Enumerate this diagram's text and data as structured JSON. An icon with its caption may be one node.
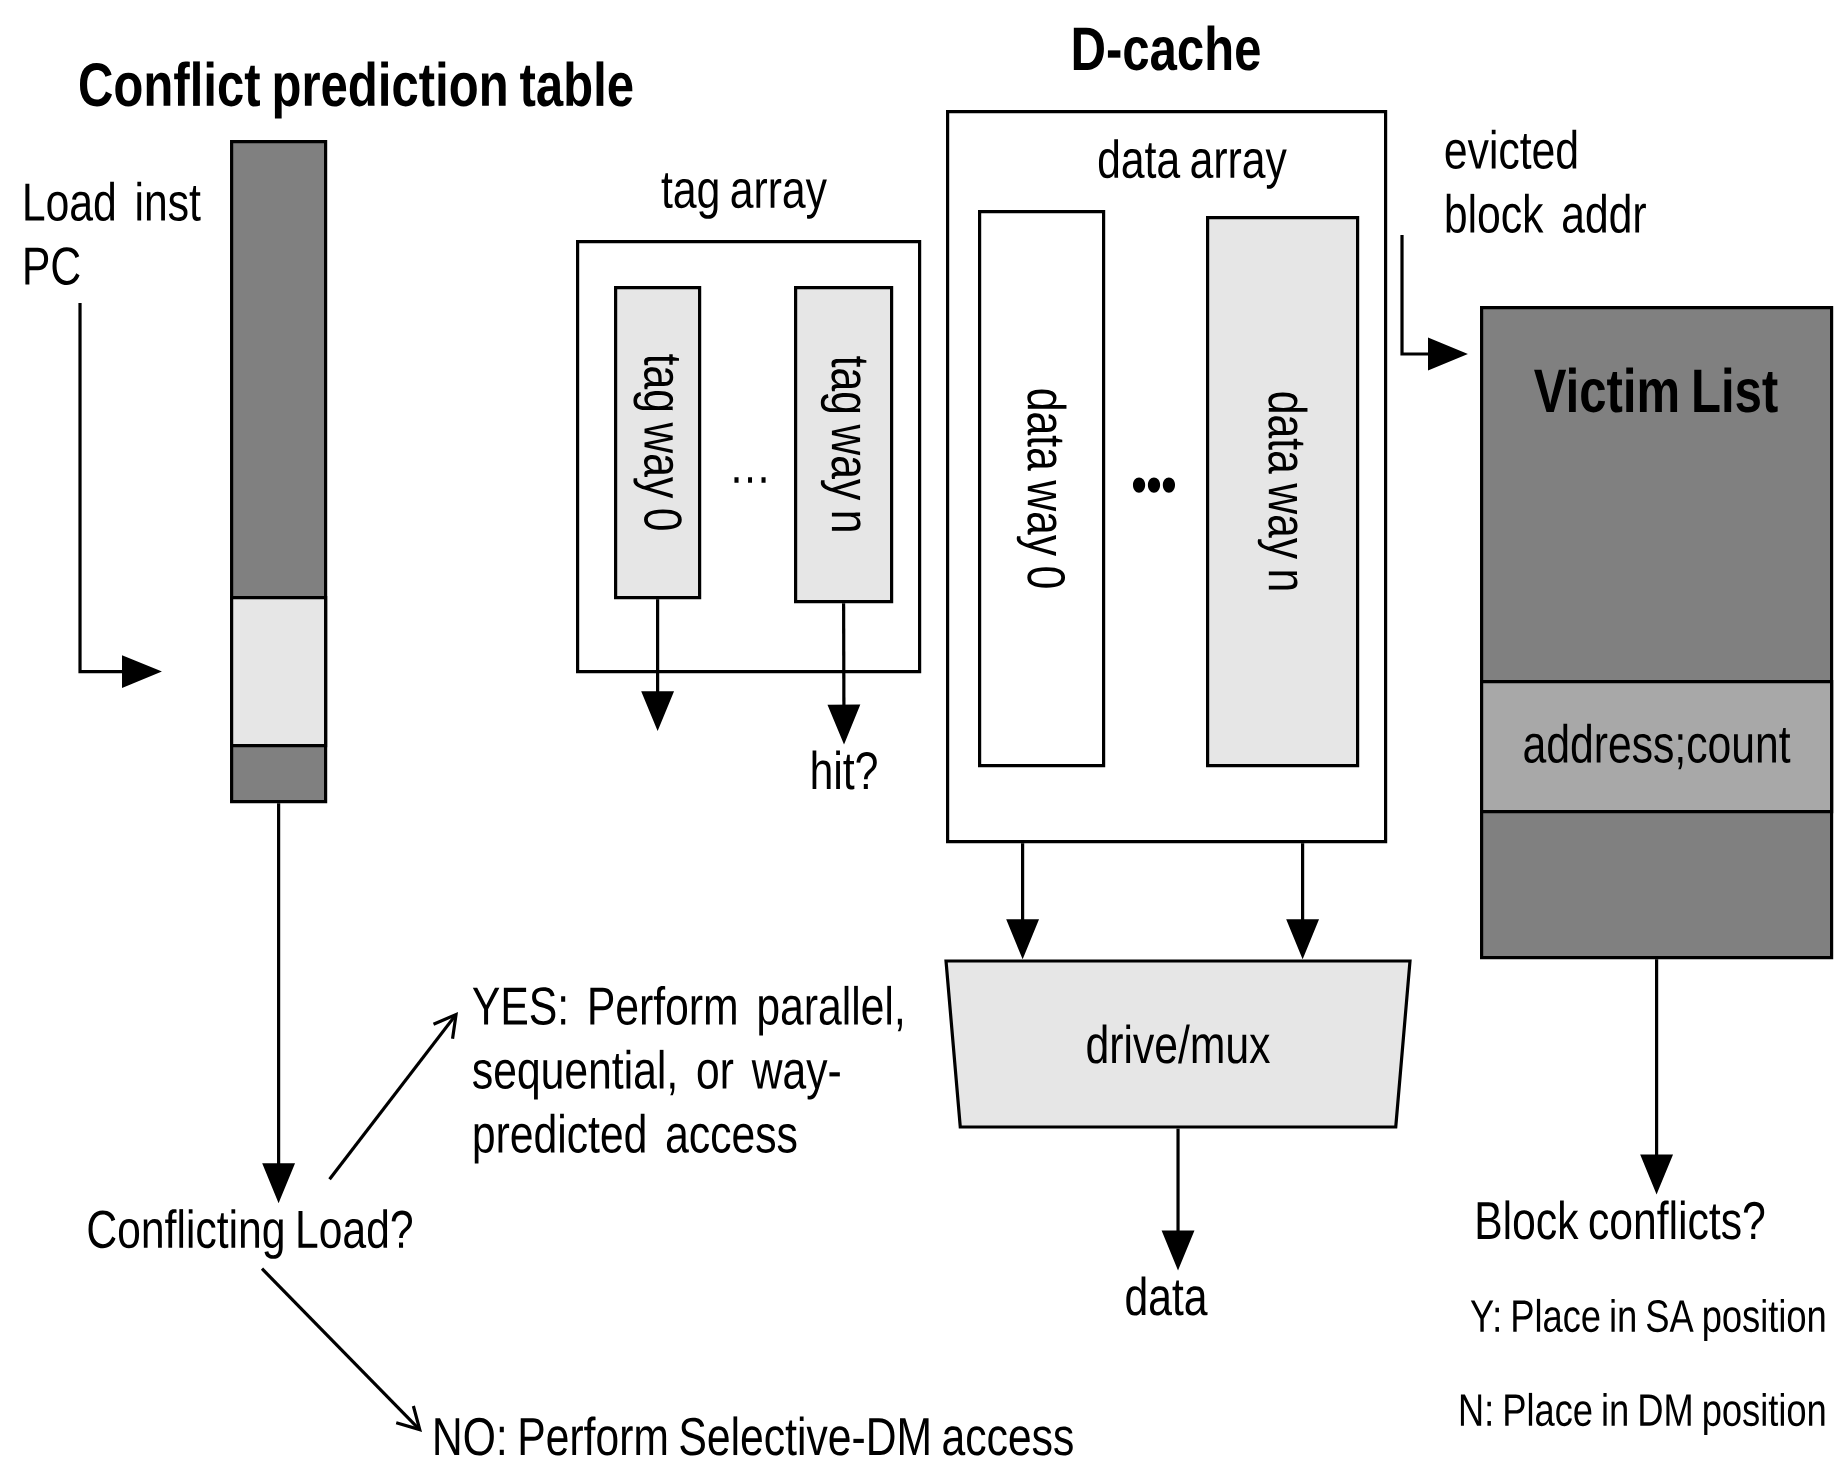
{
  "diagram": {
    "nodes": [
      {
        "text": [
          "Conflict prediction table"
        ]
      },
      {
        "text": [],
        "shape": "box",
        "in": 0
      },
      {
        "text": [
          "Load inst PC"
        ]
      },
      {
        "text": [
          "tag array"
        ]
      },
      {
        "text": [
          "tag way 0"
        ],
        "in": 3
      },
      {
        "text": [
          "tag way n"
        ],
        "in": 3
      },
      {
        "text": [
          "hit?"
        ]
      },
      {
        "text": [
          "D-cache",
          "data array"
        ]
      },
      {
        "text": [
          "data way 0"
        ],
        "in": 7
      },
      {
        "text": [
          "data way n"
        ],
        "in": 7
      },
      {
        "text": [
          "drive/mux"
        ]
      },
      {
        "text": [
          "data"
        ]
      },
      {
        "text": [
          "evicted block addr"
        ]
      },
      {
        "text": [
          "Victim List"
        ]
      },
      {
        "text": [
          "address;count"
        ],
        "in": 13
      },
      {
        "text": [
          "Block conflicts?"
        ]
      },
      {
        "text": [
          "Conflicting Load?"
        ]
      },
      {
        "text": [
          "YES: Perform parallel, sequential, or way-predicted access"
        ]
      },
      {
        "text": [
          "NO: Perform Selective-DM access"
        ]
      }
    ],
    "edges": [
      {
        "from": 2,
        "to": 1,
        "arrow": "to"
      },
      {
        "from": 4,
        "to": null,
        "arrow": "to"
      },
      {
        "from": 5,
        "to": 6,
        "arrow": "to"
      },
      {
        "from": 7,
        "to": 10,
        "arrow": "to"
      },
      {
        "from": 7,
        "to": 10,
        "arrow": "to"
      },
      {
        "from": 10,
        "to": 11,
        "arrow": "to"
      },
      {
        "from": 12,
        "to": 13,
        "arrow": "to"
      },
      {
        "from": 13,
        "to": 15,
        "arrow": "to"
      },
      {
        "from": 0,
        "to": 16,
        "arrow": "to"
      },
      {
        "from": 16,
        "to": 17,
        "arrow": "to"
      },
      {
        "from": 16,
        "to": 18,
        "arrow": "to"
      }
    ],
    "labels": [
      "…",
      "•••",
      "Y: Place in SA position",
      "N: Place in DM position"
    ]
  }
}
